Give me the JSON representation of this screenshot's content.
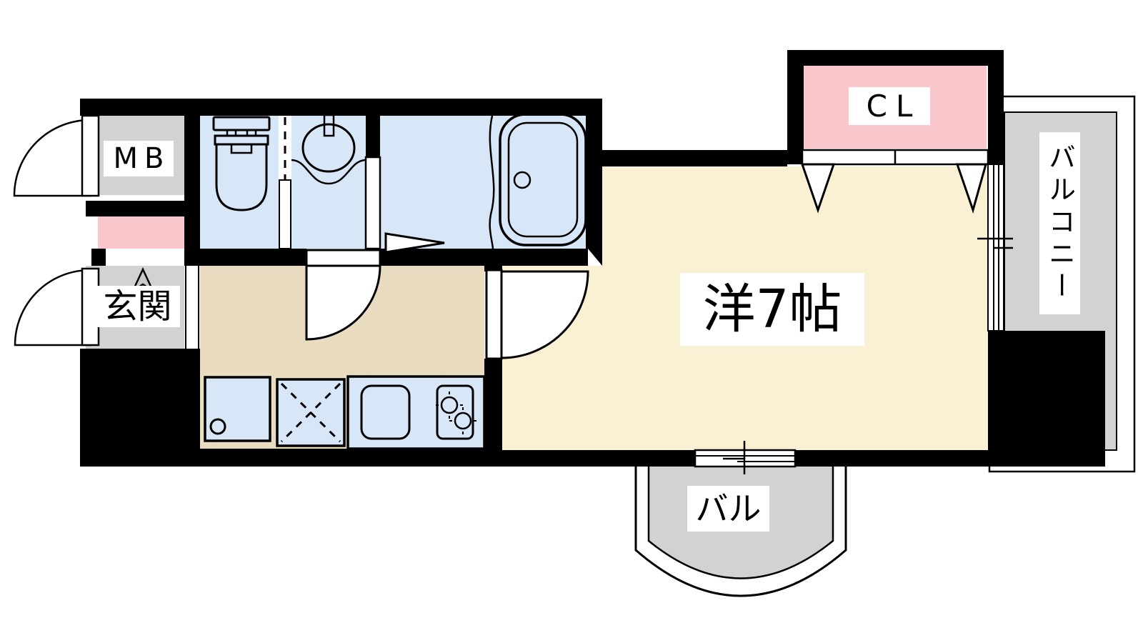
{
  "colors": {
    "wall": "#000000",
    "line": "#000000",
    "paper": "#FFFFFF",
    "wet_blue": "#D8E7F8",
    "kitchen_tan": "#EADCC1",
    "room_cream": "#FAF0D4",
    "closet_pink": "#F9C6CB",
    "floor_gray": "#D2D2D2"
  },
  "labels": {
    "meter_box": "MB",
    "entrance": "玄関",
    "closet": "CL",
    "western_room": "洋7帖",
    "balcony_side": "バルコニー",
    "balcony_bottom": "バル"
  }
}
